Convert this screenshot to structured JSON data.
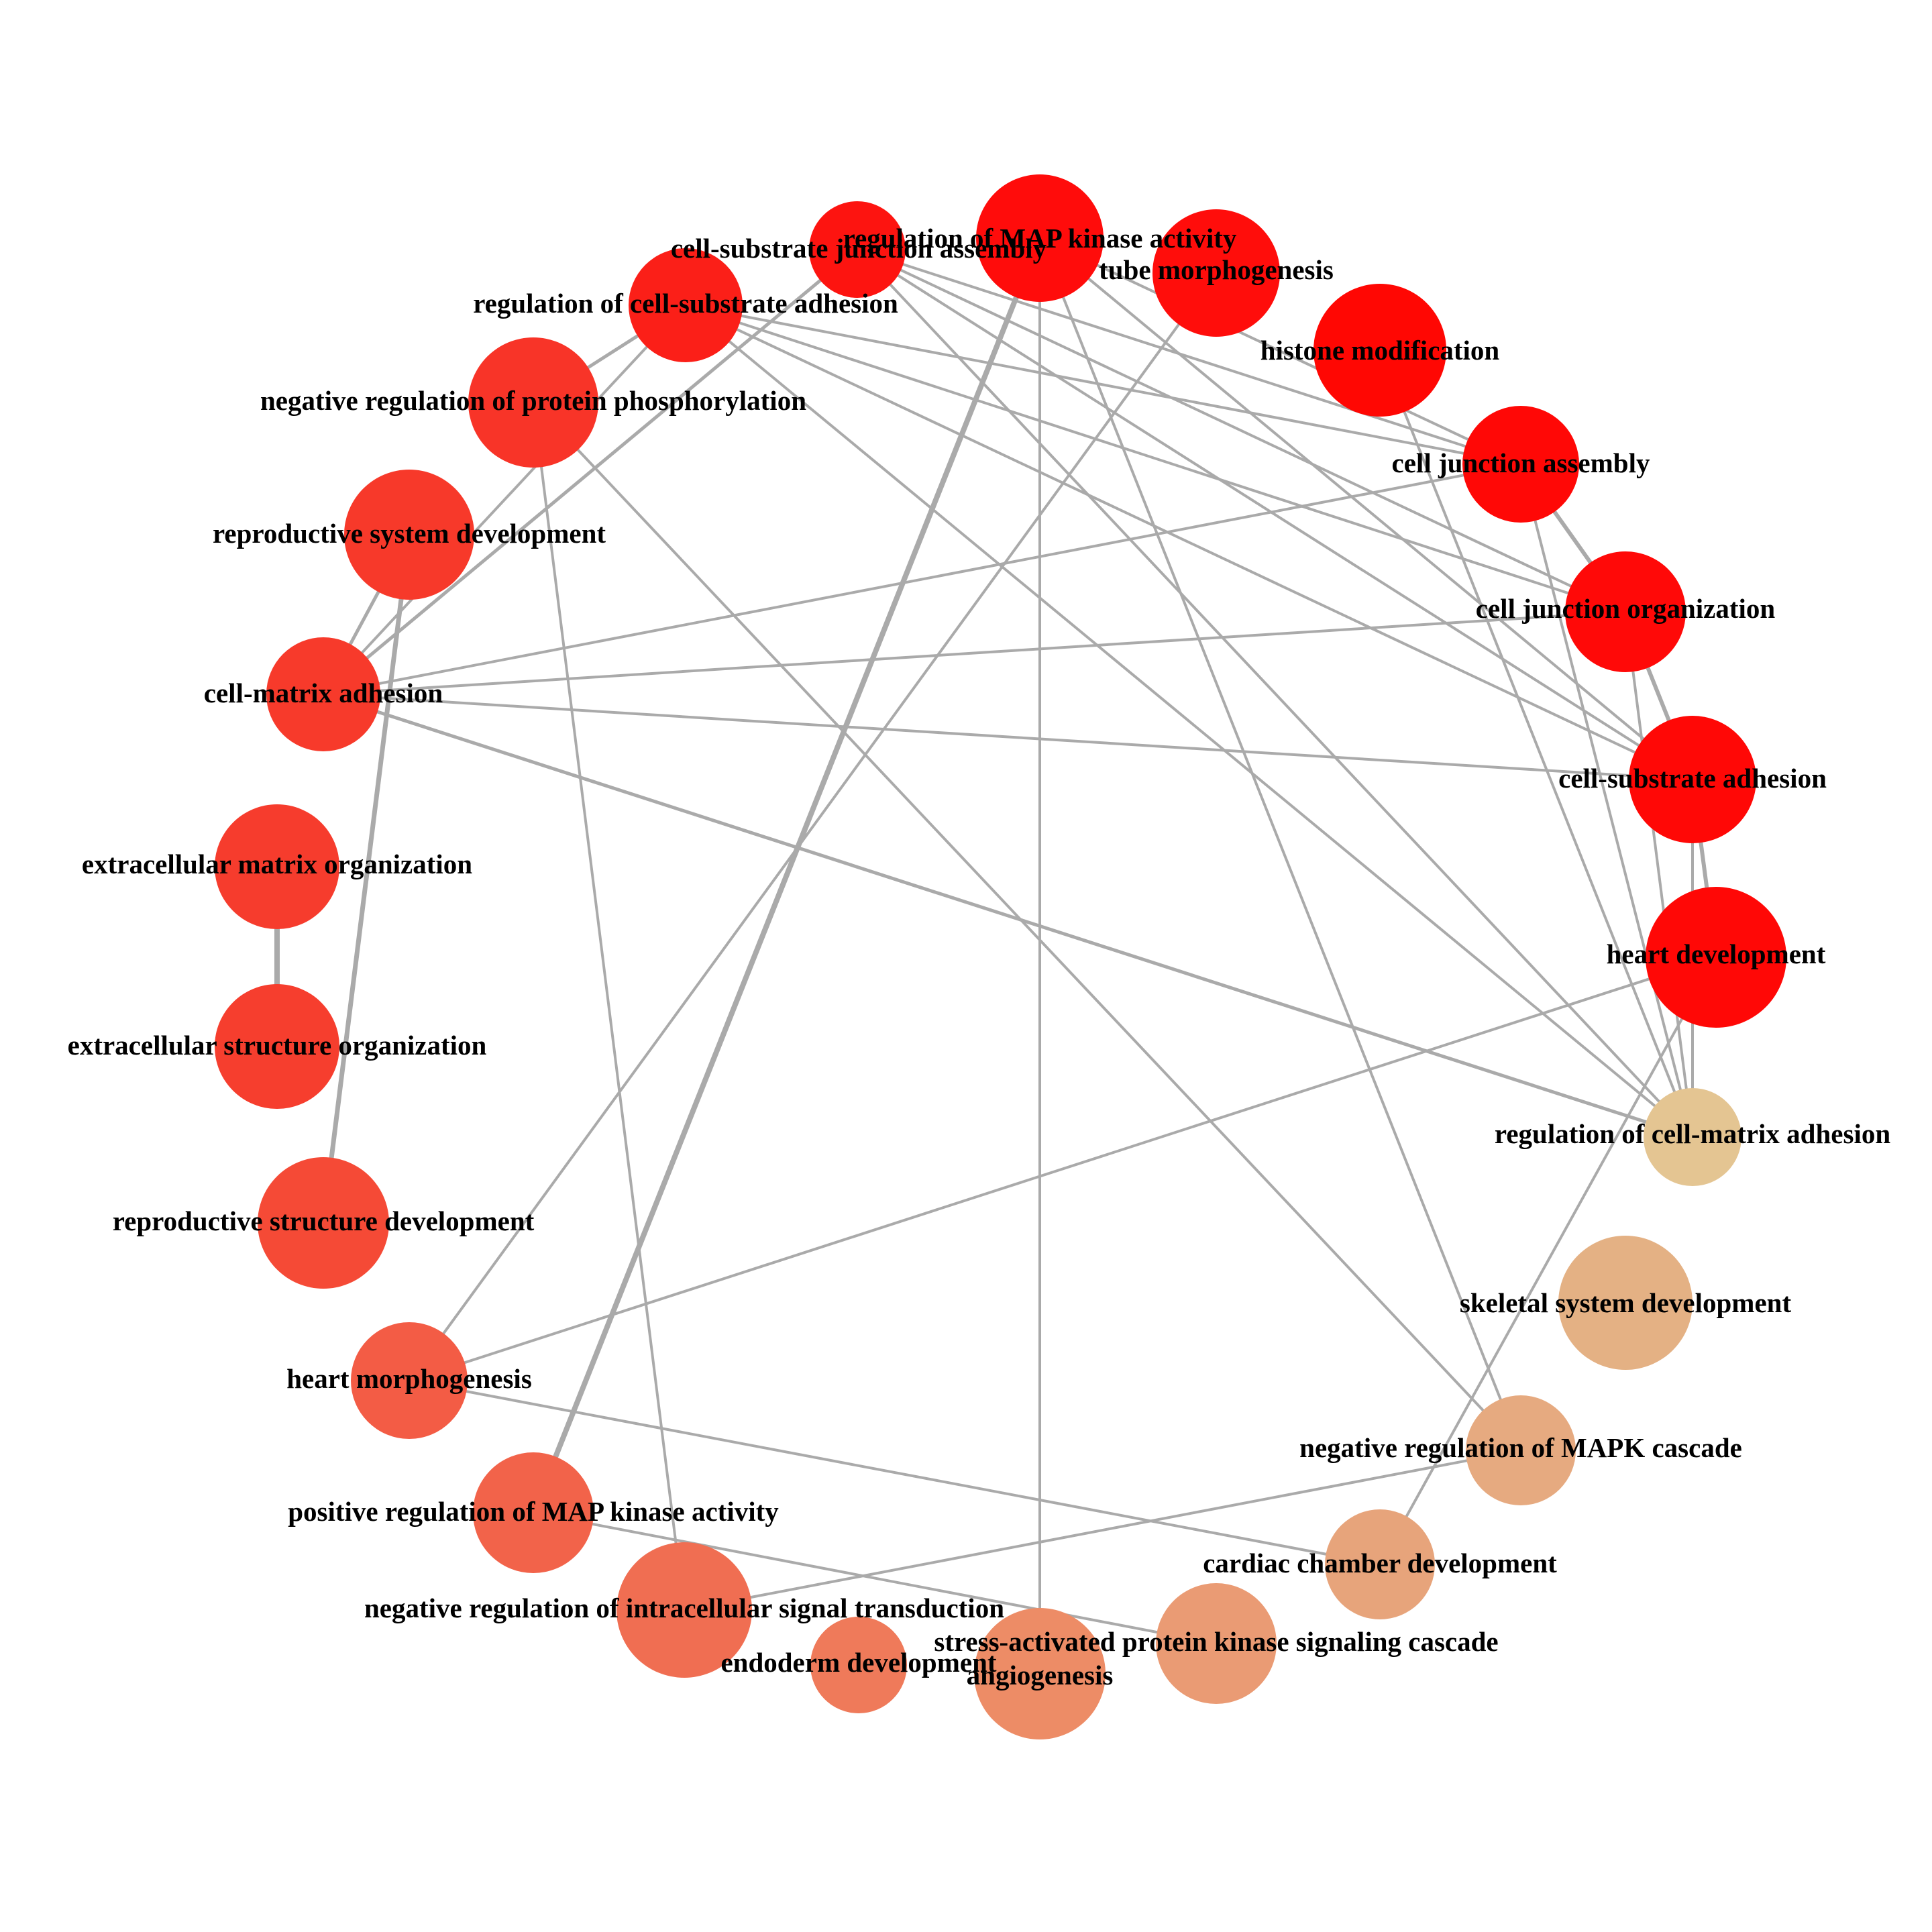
{
  "nodes": [
    {
      "id": "n1",
      "label": "regulation of MAP kinase activity",
      "color": "#ff0c0b"
    },
    {
      "id": "n2",
      "label": "tube morphogenesis",
      "color": "#ff0d0b"
    },
    {
      "id": "n3",
      "label": "histone modification",
      "color": "#ff0703"
    },
    {
      "id": "n4",
      "label": "cell junction assembly",
      "color": "#ff0806"
    },
    {
      "id": "n5",
      "label": "cell junction organization",
      "color": "#ff0908"
    },
    {
      "id": "n6",
      "label": "cell-substrate adhesion",
      "color": "#ff0806"
    },
    {
      "id": "n7",
      "label": "heart development",
      "color": "#ff0806"
    },
    {
      "id": "n8",
      "label": "regulation of cell-matrix adhesion",
      "color": "#e4c592"
    },
    {
      "id": "n9",
      "label": "skeletal system development",
      "color": "#e4b184"
    },
    {
      "id": "n10",
      "label": "negative regulation of MAPK cascade",
      "color": "#e6aa80"
    },
    {
      "id": "n11",
      "label": "cardiac chamber development",
      "color": "#e7a47b"
    },
    {
      "id": "n12",
      "label": "stress-activated protein kinase signaling cascade",
      "color": "#ea9b74"
    },
    {
      "id": "n13",
      "label": "angiogenesis",
      "color": "#ed8c66"
    },
    {
      "id": "n14",
      "label": "endoderm development",
      "color": "#ef7a5a"
    },
    {
      "id": "n15",
      "label": "negative regulation of intracellular signal transduction",
      "color": "#f06e52"
    },
    {
      "id": "n16",
      "label": "positive regulation of MAP kinase activity",
      "color": "#f2634a"
    },
    {
      "id": "n17",
      "label": "heart morphogenesis",
      "color": "#f35c45"
    },
    {
      "id": "n18",
      "label": "reproductive structure development",
      "color": "#f54a36"
    },
    {
      "id": "n19",
      "label": "extracellular structure organization",
      "color": "#f63e2e"
    },
    {
      "id": "n20",
      "label": "extracellular matrix organization",
      "color": "#f63c2d"
    },
    {
      "id": "n21",
      "label": "cell-matrix adhesion",
      "color": "#f73a2b"
    },
    {
      "id": "n22",
      "label": "reproductive system development",
      "color": "#f7392a"
    },
    {
      "id": "n23",
      "label": "negative regulation of protein phosphorylation",
      "color": "#f83428"
    },
    {
      "id": "n24",
      "label": "regulation of cell-substrate adhesion",
      "color": "#fb1f18"
    },
    {
      "id": "n25",
      "label": "cell-substrate junction assembly",
      "color": "#fd1410"
    }
  ],
  "edges": [
    [
      "n25",
      "n4"
    ],
    [
      "n25",
      "n5"
    ],
    [
      "n25",
      "n6"
    ],
    [
      "n25",
      "n8"
    ],
    [
      "n25",
      "n21"
    ],
    [
      "n24",
      "n4"
    ],
    [
      "n24",
      "n5"
    ],
    [
      "n24",
      "n6"
    ],
    [
      "n24",
      "n8"
    ],
    [
      "n24",
      "n23"
    ],
    [
      "n24",
      "n21"
    ],
    [
      "n1",
      "n16"
    ],
    [
      "n1",
      "n13"
    ],
    [
      "n1",
      "n10"
    ],
    [
      "n1",
      "n6"
    ],
    [
      "n1",
      "n4"
    ],
    [
      "n2",
      "n17"
    ],
    [
      "n3",
      "n8"
    ],
    [
      "n4",
      "n5"
    ],
    [
      "n4",
      "n21"
    ],
    [
      "n4",
      "n8"
    ],
    [
      "n5",
      "n6"
    ],
    [
      "n5",
      "n21"
    ],
    [
      "n5",
      "n8"
    ],
    [
      "n6",
      "n7"
    ],
    [
      "n6",
      "n21"
    ],
    [
      "n6",
      "n8"
    ],
    [
      "n7",
      "n17"
    ],
    [
      "n7",
      "n11"
    ],
    [
      "n21",
      "n8"
    ],
    [
      "n21",
      "n22"
    ],
    [
      "n20",
      "n19"
    ],
    [
      "n22",
      "n18"
    ],
    [
      "n23",
      "n10"
    ],
    [
      "n23",
      "n15"
    ],
    [
      "n17",
      "n11"
    ],
    [
      "n16",
      "n12"
    ],
    [
      "n15",
      "n10"
    ]
  ]
}
